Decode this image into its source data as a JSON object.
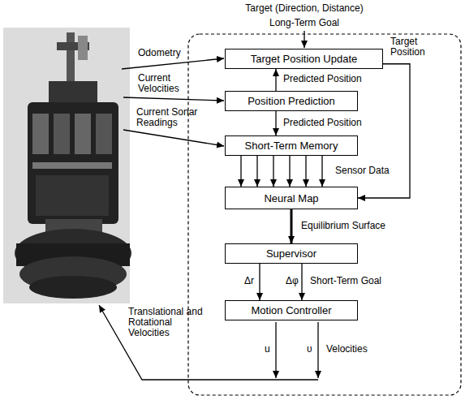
{
  "diagram": {
    "nodes": [
      {
        "text": [
          "Target Position Update"
        ]
      },
      {
        "text": [
          "Position Prediction"
        ]
      },
      {
        "text": [
          "Short-Term Memory"
        ]
      },
      {
        "text": [
          "Neural Map"
        ]
      },
      {
        "text": [
          "Supervisor"
        ]
      },
      {
        "text": [
          "Motion Controller"
        ]
      }
    ],
    "edges": [
      {
        "from": 1,
        "to": 0,
        "arrow": "to",
        "label": "Predicted Position"
      },
      {
        "from": 1,
        "to": 2,
        "arrow": "to",
        "label": "Predicted Position"
      },
      {
        "from": 2,
        "to": 3,
        "arrow": "to",
        "label": "Sensor Data"
      },
      {
        "from": 0,
        "to": 3,
        "arrow": "to",
        "label": "Target Position"
      },
      {
        "from": 3,
        "to": 4,
        "arrow": "to",
        "label": "Equilibrium Surface"
      },
      {
        "from": 4,
        "to": 5,
        "arrow": "to",
        "label": "Δr"
      },
      {
        "from": 4,
        "to": 5,
        "arrow": "to",
        "label": "Δφ"
      }
    ],
    "labels": [
      "Target (Direction, Distance)",
      "Long-Term Goal",
      "Odometry",
      "Current Velocities",
      "Current Sonar Readings",
      "Translational and Rotational Velocities",
      "Short-Term Goal",
      "u",
      "υ",
      "Velocities"
    ]
  }
}
